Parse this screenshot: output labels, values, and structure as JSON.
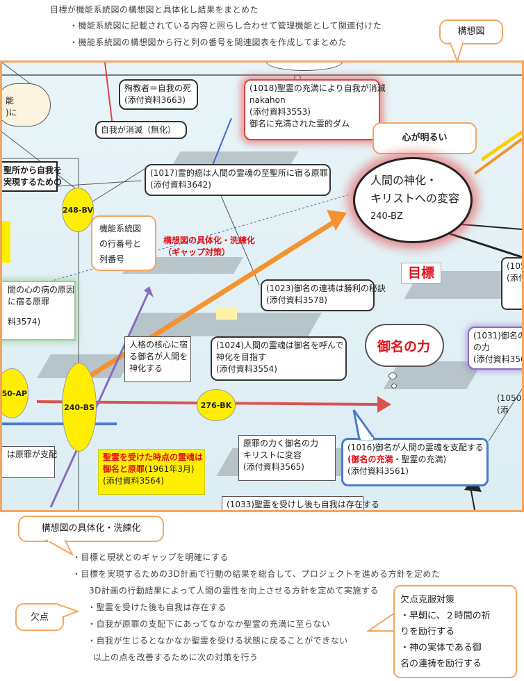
{
  "header": {
    "line1": "目標が機能系統図の構想図と具体化し結果をまとめた",
    "line2": "・機能系統図に記載されている内容と照らし合わせて管理機能として関連付けた",
    "line3": "・機能系統図の構想図から行と列の番号を関連図表を作成してまとめた"
  },
  "callouts": {
    "kousouzu": "構想図",
    "kokoro": "心が明るい",
    "guide": "機能系統図\nの行番号と\n列番号",
    "gutaika_banner": "構想図の具体化・洗練化",
    "ketten": "欠点"
  },
  "labels": {
    "gutaika_red1": "構想図の具体化・洗練化",
    "gutaika_red2": "（ギャップ対策）",
    "mokuhyou": "目標",
    "mina_no_chikara": "御名の力"
  },
  "nodes": {
    "n1018": {
      "l1": "(1018)聖霊の充満により自我が消滅",
      "l2": "nakahon",
      "l3": "(添付資料3553)",
      "l4": "御名に充満された霊的ダム"
    },
    "junkyo": {
      "l1": "殉教者＝自我の死",
      "l2": "(添付資料3663)"
    },
    "jiga": {
      "l1": "自我が消滅（無化）"
    },
    "n1017": {
      "l1": "(1017)霊的癌は人間の霊魂の至聖所に宿る原罪",
      "l2": "(添付資料3642)"
    },
    "seisho": {
      "l1": "聖所から自我を",
      "l2": "実現するための"
    },
    "kinou": {
      "l1": "能",
      "l2": ")に"
    },
    "shinka": {
      "l1": "人間の神化・",
      "l2": "キリストへの変容",
      "l3": "240-BZ"
    },
    "n1023": {
      "l1": "(1023)御名の連祷は勝利の秘訣",
      "l2": "(添付資料3578)"
    },
    "kokoro_byou": {
      "l1": "間の心の病の原因",
      "l2": "に宿る原罪",
      "l3": "料3574)"
    },
    "jinkaku": {
      "l1": "人格の核心に宿",
      "l2": "る御名が人間を",
      "l3": "神化する"
    },
    "n1024": {
      "l1": "(1024)人間の霊魂は御名を呼んで",
      "l2": "神化を目指す",
      "l3": "(添付資料3554)"
    },
    "n1031": {
      "l1": "(1031)御名のカ",
      "l2": "の力",
      "l3": "(添付資料356"
    },
    "n105": {
      "l1": "(105",
      "l2": "(添付"
    },
    "n1050": {
      "l1": "(1050",
      "l2": "(添"
    },
    "genzai_shihai": {
      "l1": "は原罪が支配"
    },
    "genzai_chikara": {
      "l1": "原罪の力く御名の力",
      "l2": "キリストに変容",
      "l3": "(添付資料3565)"
    },
    "seirei_jiten": {
      "l1": "聖霊を受けた時点の霊魂は",
      "l2": "御名と原罪",
      "l2b": "(1961年3月)",
      "l3": "(添付資料3564)"
    },
    "n1016": {
      "l1": "(1016)御名が人間の霊魂を支配する",
      "l2a": "(御名の充満",
      "l2b": "・聖霊の充満)",
      "l3": "(添付資料3561)"
    },
    "n1033": {
      "l1": "(1033)聖霊を受けし後も自我は存在する"
    }
  },
  "circles": {
    "c248bv": "248-BV",
    "c250ap": "250-AP",
    "c240bs": "240-BS",
    "c276bk": "276-BK"
  },
  "footer": {
    "l1": "・目標と現状とのギャップを明確にする",
    "l2": "・目標を実現するための3D計画で行動の結果を総合して、プロジェクトを進める方針を定めた",
    "l3": "3D計画の行動結果によって人間の霊性を向上させる方針を定めて実施する",
    "l4": "・聖霊を受けた後も自我は存在する",
    "l5": "・自我が原罪の支配下にあってなかなか聖霊の充満に至らない",
    "l6": "・自我が生じるとなかなか聖霊を受ける状態に戻ることができない",
    "l7": "以上の点を改善するために次の対策を行う",
    "box_title": "欠点克服対策",
    "box_l1": "・早朝に、２時間の祈",
    "box_l2": "りを励行する",
    "box_l3": "・神の実体である御",
    "box_l4": "名の連祷を励行する"
  }
}
